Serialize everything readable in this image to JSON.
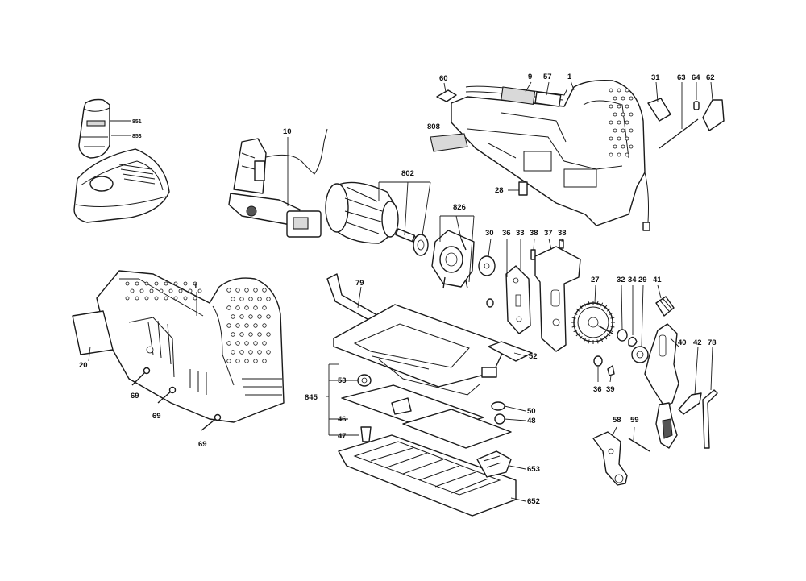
{
  "labels": {
    "l851": "851",
    "l853": "853",
    "l10": "10",
    "l802": "802",
    "l60": "60",
    "l9": "9",
    "l57": "57",
    "l1a": "1",
    "l31": "31",
    "l63": "63",
    "l64": "64",
    "l62": "62",
    "l808": "808",
    "l28": "28",
    "l826": "826",
    "l30": "30",
    "l36a": "36",
    "l33": "33",
    "l38a": "38",
    "l37": "37",
    "l38b": "38",
    "l1b": "1",
    "l20": "20",
    "l69a": "69",
    "l69b": "69",
    "l69c": "69",
    "l79": "79",
    "l27": "27",
    "l32": "32",
    "l34": "34",
    "l29": "29",
    "l41": "41",
    "l40": "40",
    "l42": "42",
    "l78": "78",
    "l52": "52",
    "l36b": "36",
    "l39": "39",
    "l53": "53",
    "l845": "845",
    "l46": "46",
    "l47": "47",
    "l50": "50",
    "l48": "48",
    "l58": "58",
    "l59": "59",
    "l653": "653",
    "l652": "652"
  }
}
